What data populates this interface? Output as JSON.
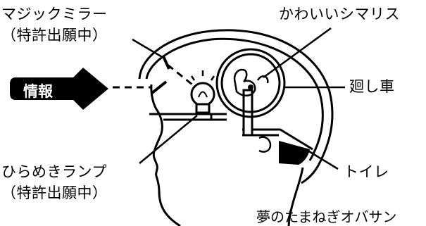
{
  "labels": {
    "magic_mirror": "マジックミラー",
    "magic_mirror_note": "（特許出願中）",
    "squirrel": "かわいいシマリス",
    "wheel": "廻し車",
    "info": "情報",
    "lamp": "ひらめきランプ",
    "lamp_note": "（特許出願中）",
    "toilet": "トイレ",
    "dream": "夢のたまねぎオバサン"
  },
  "colors": {
    "ink": "#000000",
    "paper": "#ffffff"
  }
}
